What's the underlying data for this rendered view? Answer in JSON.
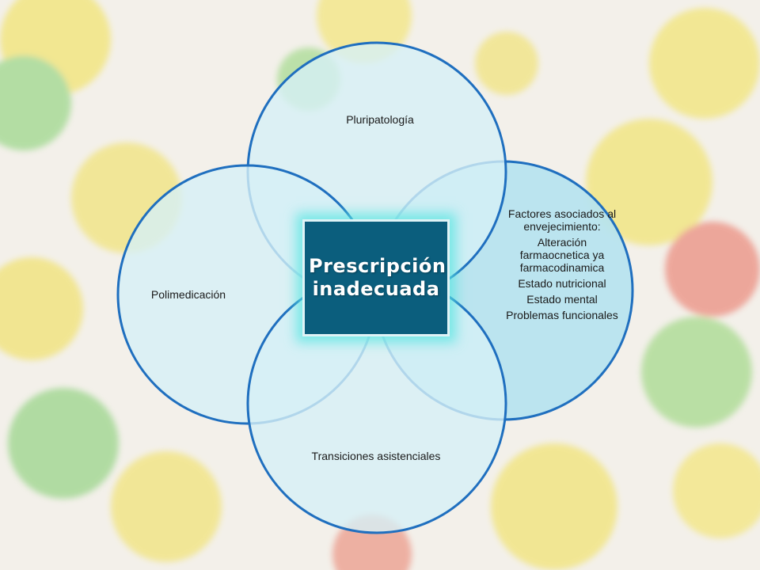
{
  "diagram": {
    "center": {
      "title": "Prescripción inadecuada"
    },
    "circles": {
      "top": {
        "label": "Pluripatología"
      },
      "left": {
        "label": "Polimedicación"
      },
      "bottom": {
        "label": "Transiciones asistenciales"
      },
      "right": {
        "items": [
          "Factores asociados al envejecimiento:",
          "Alteración farmaocnetica ya farmacodinamica",
          "Estado nutricional",
          "Estado mental",
          "Problemas funcionales"
        ]
      }
    }
  },
  "colors": {
    "circle_fill": "#d6f0f6",
    "circle_fill_right": "#b6e3ef",
    "circle_stroke": "#1f6fbf",
    "center_fill": "#0b5e7d",
    "center_glow": "#5ae6e1"
  }
}
